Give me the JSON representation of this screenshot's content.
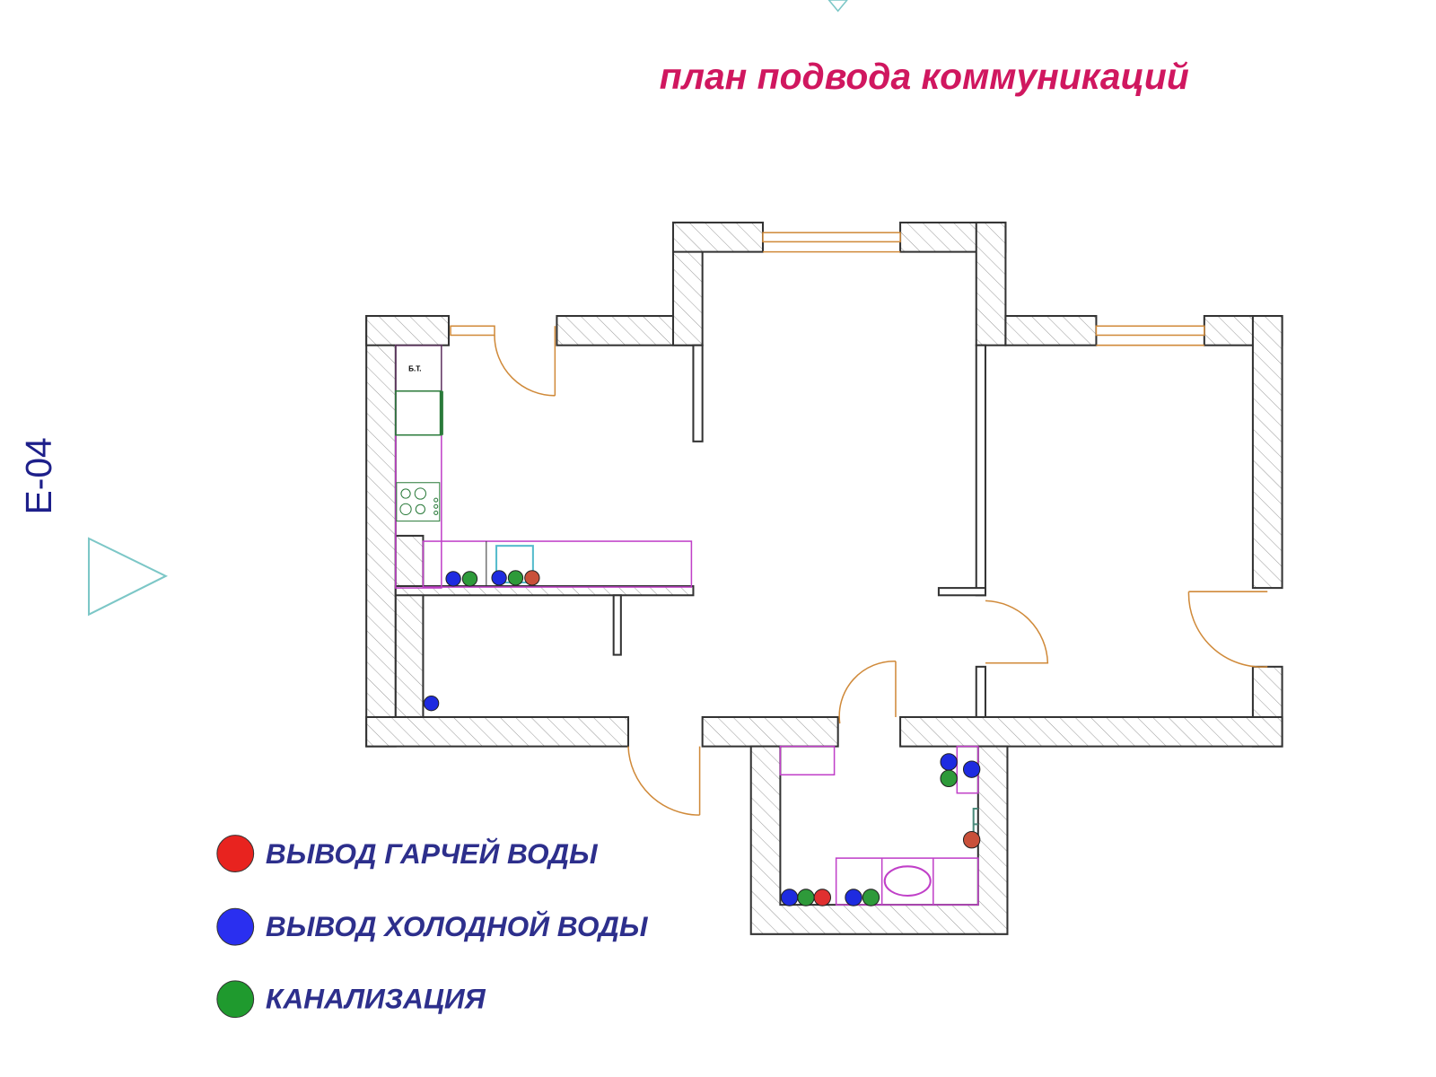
{
  "title": "план подвода коммуникаций",
  "sheet_code": "Е-04",
  "legend": [
    {
      "label": "ВЫВОД ГАРЧЕЙ ВОДЫ",
      "color": "#e8231f"
    },
    {
      "label": "ВЫВОД ХОЛОДНОЙ ВОДЫ",
      "color": "#2a2ff0"
    },
    {
      "label": "КАНАЛИЗАЦИЯ",
      "color": "#1f9a2e"
    }
  ],
  "colors": {
    "hot": "#d9452e",
    "cold": "#1e2be0",
    "sewer": "#2e9a3a"
  },
  "fridge_label": "Б.Т."
}
